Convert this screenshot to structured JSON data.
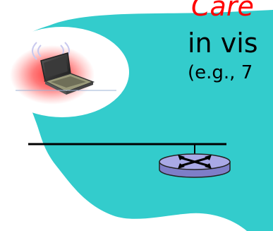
{
  "text": {
    "line1": "Care",
    "line2": "in vis",
    "line3": "(e.g., 7"
  },
  "colors": {
    "network_blob": "#33cccc",
    "highlight_text": "#ff0000",
    "halo": "#ff3333",
    "router_body": "#a9a9e6"
  },
  "icons": {
    "laptop": "wireless-laptop-icon",
    "router": "router-icon"
  }
}
